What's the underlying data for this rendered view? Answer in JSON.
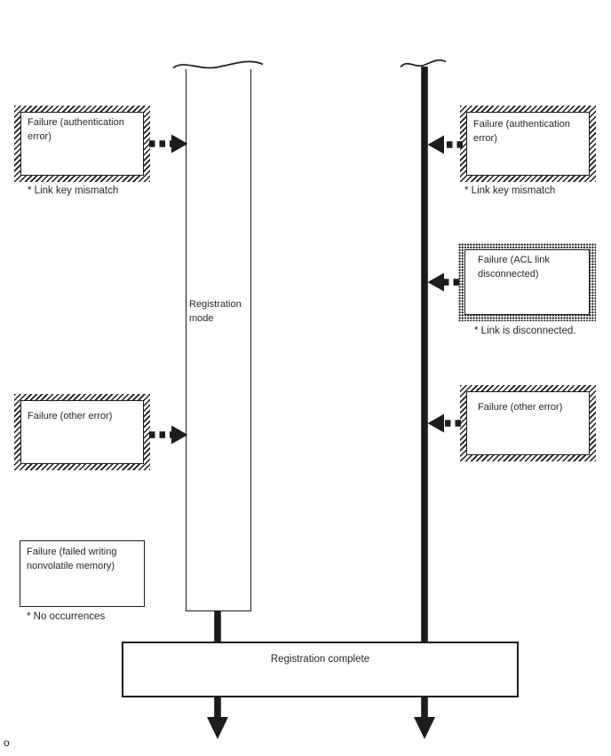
{
  "colors": {
    "ink": "#1c1c1c",
    "paper": "#ffffff"
  },
  "lifelines": {
    "registration_mode_label": "Registration mode"
  },
  "failures": {
    "left_auth": {
      "label": "Failure (authentication error)",
      "note": "* Link key mismatch"
    },
    "right_auth": {
      "label": "Failure (authentication error)",
      "note": "* Link key mismatch"
    },
    "right_acl": {
      "label": "Failure (ACL link disconnected)",
      "note": "* Link is disconnected."
    },
    "left_other": {
      "label": "Failure (other error)"
    },
    "right_other": {
      "label": "Failure (other error)"
    },
    "left_nvm": {
      "label": "Failure (failed writing nonvolatile memory)",
      "note": "* No occurrences"
    }
  },
  "completion": {
    "label": "Registration complete"
  },
  "page_marker": "o"
}
